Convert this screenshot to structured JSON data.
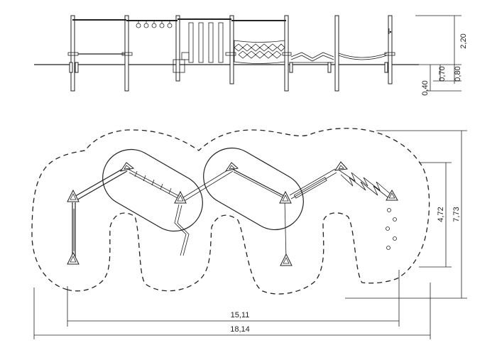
{
  "dimensions": {
    "overall_width": "18,14",
    "inner_width": "15,11",
    "overall_depth": "7,73",
    "inner_depth": "4,72",
    "height_top": "2,20",
    "height_a": "0,70",
    "height_b": "0,80",
    "depth_below": "0,40"
  },
  "icons": {
    "post_marker": "triangle-post-icon",
    "stepping_stone": "circle-stone-icon"
  },
  "colors": {
    "line": "#222222",
    "background": "#ffffff"
  }
}
